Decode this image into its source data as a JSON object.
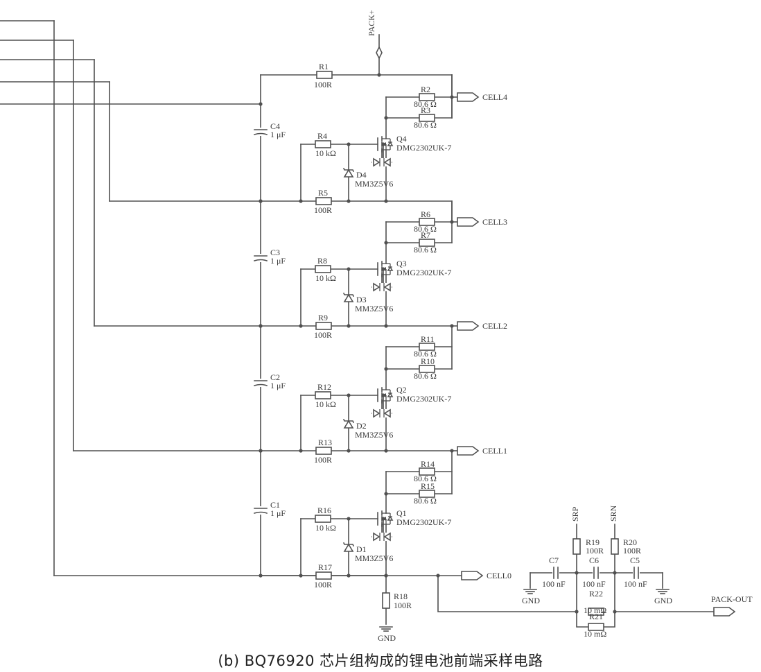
{
  "caption": "(b) BQ76920 芯片组构成的锂电池前端采样电路",
  "nets": {
    "pack_plus": "PACK+",
    "cell4": "CELL4",
    "cell3": "CELL3",
    "cell2": "CELL2",
    "cell1": "CELL1",
    "cell0": "CELL0",
    "srp": "SRP",
    "srn": "SRN",
    "pack_out": "PACK-OUT",
    "gnd": "GND"
  },
  "stages": [
    {
      "cap": "C4",
      "cap_val": "1 μF",
      "r_top": "R1",
      "r_top_val": "100R",
      "ra": "R2",
      "ra_val": "80.6 Ω",
      "rb": "R3",
      "rb_val": "80.6 Ω",
      "rg": "R4",
      "rg_val": "10 kΩ",
      "q": "Q4",
      "q_part": "DMG2302UK-7",
      "d": "D4",
      "d_part": "MM3Z5V6",
      "r_bot": "R5",
      "r_bot_val": "100R"
    },
    {
      "cap": "C3",
      "cap_val": "1 μF",
      "ra": "R6",
      "ra_val": "80.6 Ω",
      "rb": "R7",
      "rb_val": "80.6 Ω",
      "rg": "R8",
      "rg_val": "10 kΩ",
      "q": "Q3",
      "q_part": "DMG2302UK-7",
      "d": "D3",
      "d_part": "MM3Z5V6",
      "r_bot": "R9",
      "r_bot_val": "100R"
    },
    {
      "cap": "C2",
      "cap_val": "1 μF",
      "ra": "R11",
      "ra_val": "80.6 Ω",
      "rb": "R10",
      "rb_val": "80.6 Ω",
      "rg": "R12",
      "rg_val": "10 kΩ",
      "q": "Q2",
      "q_part": "DMG2302UK-7",
      "d": "D2",
      "d_part": "MM3Z5V6",
      "r_bot": "R13",
      "r_bot_val": "100R"
    },
    {
      "cap": "C1",
      "cap_val": "1 μF",
      "ra": "R14",
      "ra_val": "80.6 Ω",
      "rb": "R15",
      "rb_val": "80.6 Ω",
      "rg": "R16",
      "rg_val": "10 kΩ",
      "q": "Q1",
      "q_part": "DMG2302UK-7",
      "d": "D1",
      "d_part": "MM3Z5V6",
      "r_bot": "R17",
      "r_bot_val": "100R"
    }
  ],
  "bottom": {
    "r18": "R18",
    "r18_val": "100R",
    "r19": "R19",
    "r19_val": "100R",
    "r20": "R20",
    "r20_val": "100R",
    "c7": "C7",
    "c7_val": "100 nF",
    "c6": "C6",
    "c6_val": "100 nF",
    "c5": "C5",
    "c5_val": "100 nF",
    "r22": "R22",
    "r22_val": "10 mΩ",
    "r21": "R21",
    "r21_val": "10 mΩ"
  }
}
